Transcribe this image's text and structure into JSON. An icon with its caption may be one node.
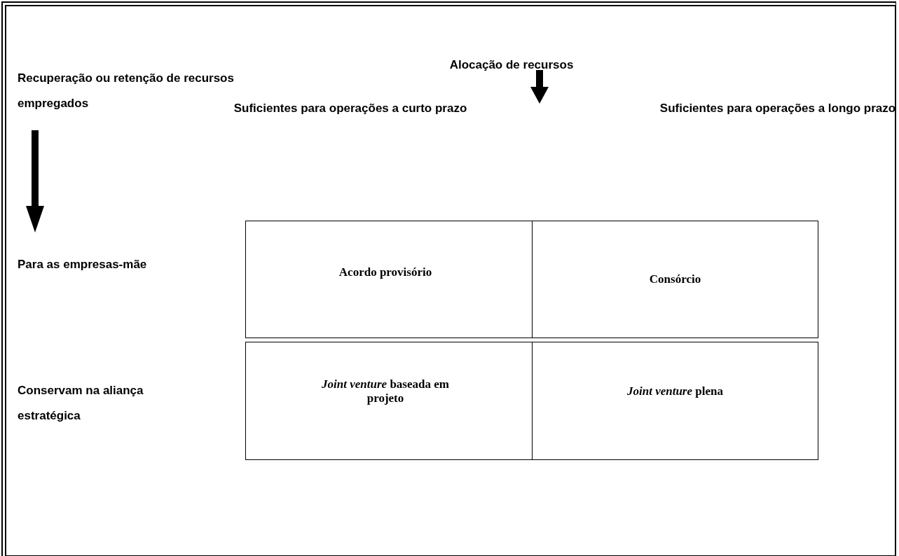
{
  "diagram": {
    "nodes": [
      {
        "text": [
          "Acordo provisório"
        ]
      },
      {
        "text": [
          "Consórcio"
        ]
      },
      {
        "text": [
          "*Joint venture* baseada em projeto"
        ]
      },
      {
        "text": [
          "*Joint venture* plena"
        ]
      }
    ],
    "labels": [
      "Recuperação ou retenção de recursos empregados",
      "Alocação de recursos",
      "Suficientes para operações a curto prazo",
      "Suficientes para operações a longo prazo",
      "Para as empresas-mãe",
      "Conservam na aliança estratégica"
    ]
  }
}
